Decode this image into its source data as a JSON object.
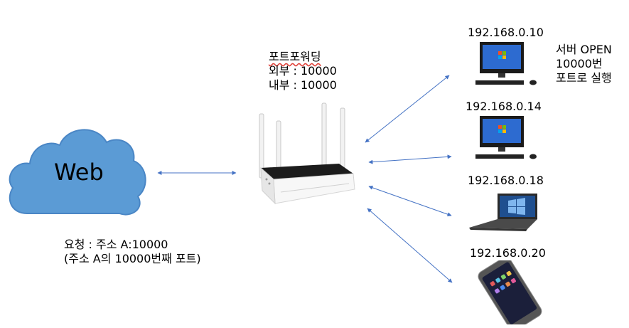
{
  "cloud": {
    "label": "Web"
  },
  "request_note": {
    "line1": "요청 : 주소 A:10000",
    "line2": "(주소 A의 10000번째 포트)"
  },
  "router_note": {
    "title": "포트포워딩",
    "external": "외부 : 10000",
    "internal": "내부 : 10000"
  },
  "devices": [
    {
      "ip": "192.168.0.10",
      "type": "desktop"
    },
    {
      "ip": "192.168.0.14",
      "type": "desktop"
    },
    {
      "ip": "192.168.0.18",
      "type": "laptop"
    },
    {
      "ip": "192.168.0.20",
      "type": "smartphone"
    }
  ],
  "server_note": {
    "line1": "서버 OPEN",
    "line2": "10000번",
    "line3": "포트로 실행"
  },
  "colors": {
    "cloud": "#5b9bd5",
    "cloud_edge": "#4a86c5",
    "arrow": "#4472c4"
  }
}
